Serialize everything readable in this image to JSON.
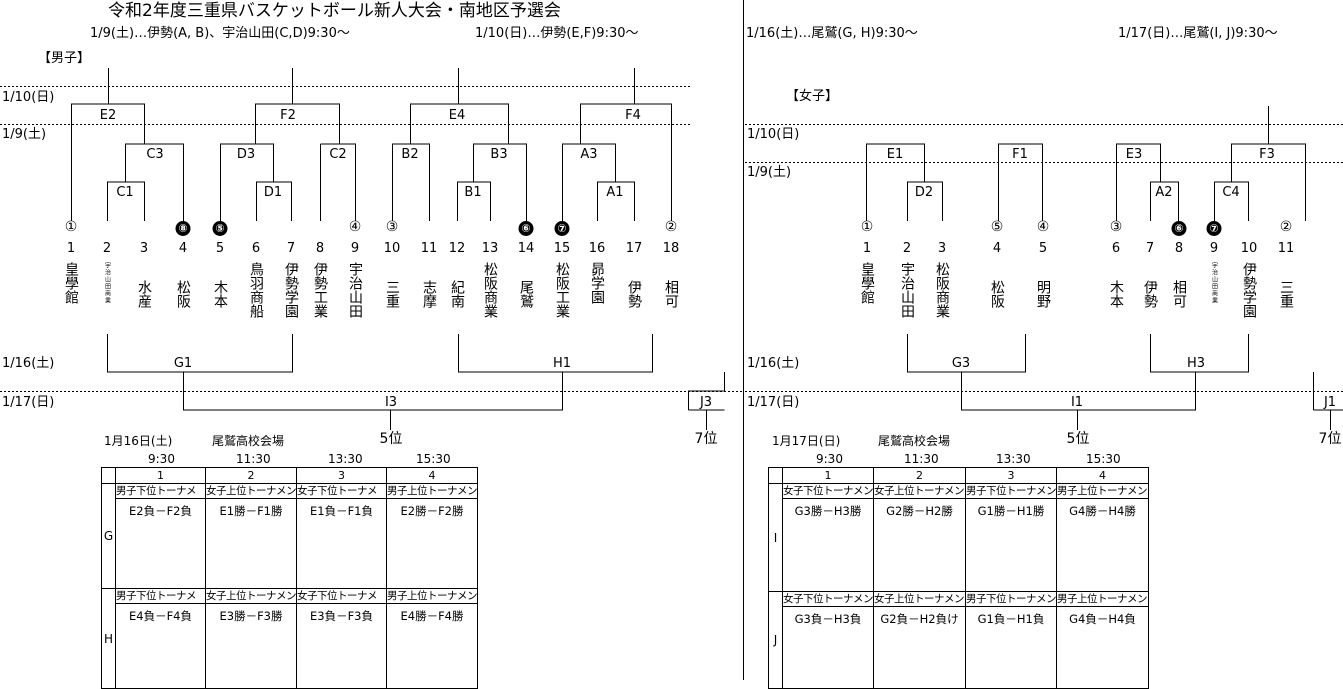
{
  "title": "令和2年度三重県バスケットボール新人大会・南地区予選会",
  "schedule_left": {
    "day1": "1/9(土)…伊勢(A, B)、宇治山田(C,D)9:30～",
    "day2": "1/10(日)…伊勢(E,F)9:30～"
  },
  "schedule_right": {
    "day1": "1/16(土)…尾鷲(G, H)9:30～",
    "day2": "1/17(日)…尾鷲(I, J)9:30～"
  },
  "boys": {
    "section_label": "【男子】",
    "date_labels": [
      "1/10(日)",
      "1/9(土)",
      "1/16(土)",
      "1/17(日)"
    ],
    "match_labels": [
      "E2",
      "F2",
      "E4",
      "F4",
      "C3",
      "D3",
      "C2",
      "B2",
      "B3",
      "A3",
      "C1",
      "D1",
      "B1",
      "A1",
      "G1",
      "H1",
      "I3",
      "J3"
    ],
    "seeds": [
      "①",
      "⑧",
      "⑤",
      "④",
      "③",
      "⑥",
      "⑦",
      "②"
    ],
    "numbers": [
      "1",
      "2",
      "3",
      "4",
      "5",
      "6",
      "7",
      "8",
      "9",
      "10",
      "11",
      "12",
      "13",
      "14",
      "15",
      "16",
      "17",
      "18"
    ],
    "teams": [
      "皇學館",
      "宇治山田商業",
      "水産",
      "松阪",
      "木本",
      "鳥羽商船",
      "伊勢学園",
      "伊勢工業",
      "宇治山田",
      "三重",
      "志摩",
      "紀南",
      "松阪商業",
      "尾鷲",
      "松阪工業",
      "昴学園",
      "伊勢",
      "相可"
    ],
    "places": [
      "5位",
      "7位"
    ]
  },
  "girls": {
    "section_label": "【女子】",
    "date_labels": [
      "1/10(日)",
      "1/9(土)",
      "1/16(土)",
      "1/17(日)"
    ],
    "match_labels": [
      "E1",
      "F1",
      "E3",
      "F3",
      "D2",
      "A2",
      "C4",
      "G3",
      "H3",
      "I1",
      "J1"
    ],
    "seeds": [
      "①",
      "⑤",
      "④",
      "③",
      "⑥",
      "⑦",
      "②"
    ],
    "numbers": [
      "1",
      "2",
      "3",
      "4",
      "5",
      "6",
      "7",
      "8",
      "9",
      "10",
      "11"
    ],
    "teams": [
      "皇學館",
      "宇治山田",
      "松阪商業",
      "松阪",
      "明野",
      "木本",
      "伊勢",
      "相可",
      "宇治山田商業",
      "伊勢学園",
      "三重"
    ],
    "places": [
      "5位",
      "7位"
    ]
  },
  "table_left": {
    "date": "1月16日(土)",
    "venue": "尾鷲高校会場",
    "times": [
      "9:30",
      "11:30",
      "13:30",
      "15:30"
    ],
    "cols": [
      "1",
      "2",
      "3",
      "4"
    ],
    "rows": [
      {
        "court": "G",
        "cats": [
          "男子下位トーナメント",
          "女子上位トーナメント",
          "女子下位トーナメント",
          "男子上位トーナメント"
        ],
        "results": [
          "E2負－F2負",
          "E1勝－F1勝",
          "E1負－F1負",
          "E2勝－F2勝"
        ]
      },
      {
        "court": "H",
        "cats": [
          "男子下位トーナメント",
          "女子上位トーナメント",
          "女子下位トーナメント",
          "男子上位トーナメント"
        ],
        "results": [
          "E4負－F4負",
          "E3勝－F3勝",
          "E3負－F3負",
          "E4勝－F4勝"
        ]
      }
    ]
  },
  "table_right": {
    "date": "1月17日(日)",
    "venue": "尾鷲高校会場",
    "times": [
      "9:30",
      "11:30",
      "13:30",
      "15:30"
    ],
    "cols": [
      "1",
      "2",
      "3",
      "4"
    ],
    "rows": [
      {
        "court": "I",
        "cats": [
          "女子下位トーナメント",
          "女子上位トーナメント",
          "男子下位トーナメント",
          "男子上位トーナメント"
        ],
        "results": [
          "G3勝－H3勝",
          "G2勝－H2勝",
          "G1勝－H1勝",
          "G4勝－H4勝"
        ]
      },
      {
        "court": "J",
        "cats": [
          "女子下位トーナメント",
          "女子上位トーナメント",
          "男子下位トーナメント",
          "男子上位トーナメント"
        ],
        "results": [
          "G3負－H3負",
          "G2負－H2負け",
          "G1負－H1負",
          "G4負－H4負"
        ]
      }
    ]
  }
}
